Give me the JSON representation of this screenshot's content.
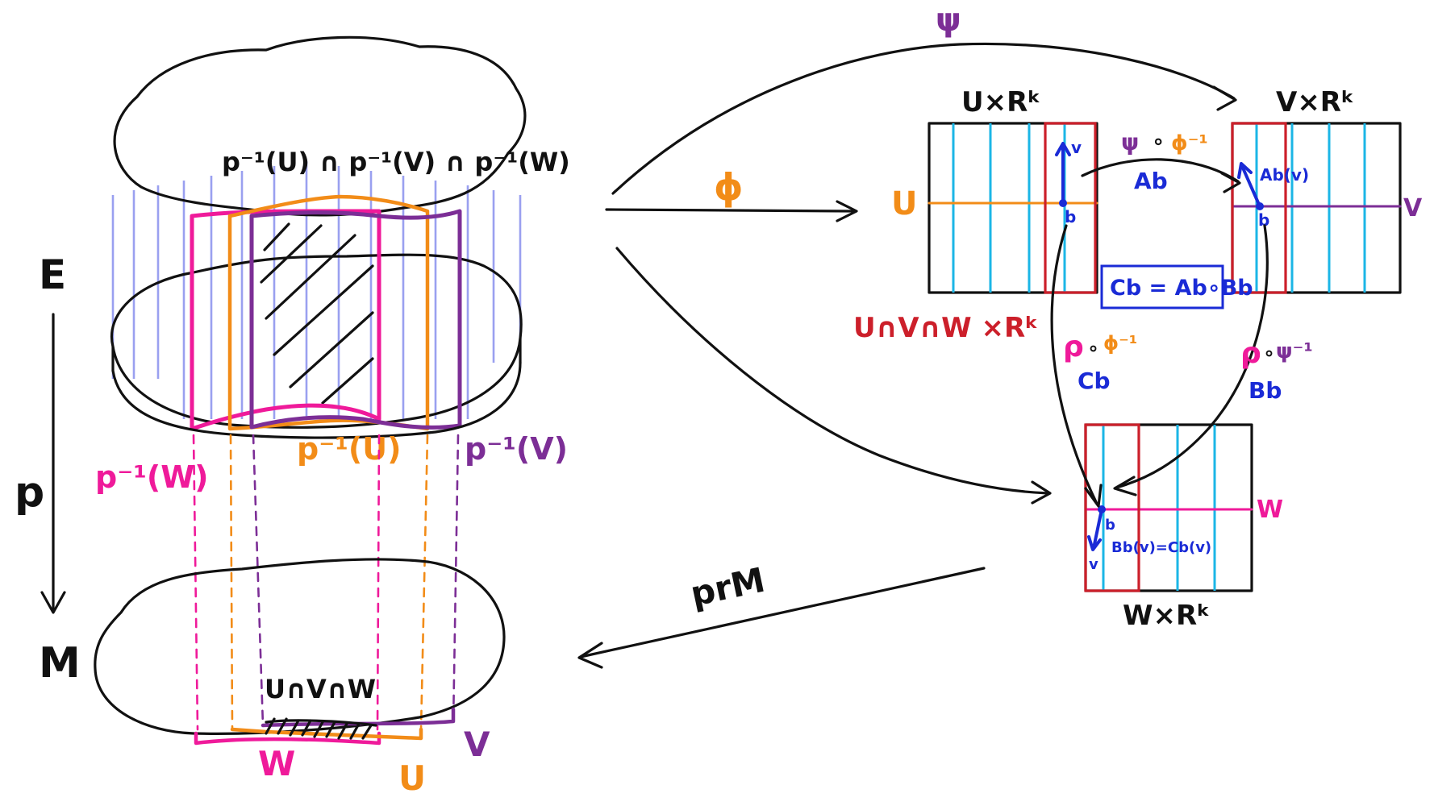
{
  "colors": {
    "ink": "#111111",
    "fiber": "#9aa0f0",
    "cyan": "#1bb6e6",
    "red": "#cc1f2a",
    "magenta": "#ef1a9a",
    "orange": "#f28c18",
    "purple": "#7c2e96",
    "blue": "#1a2bd6"
  },
  "bundle": {
    "total_space": "E",
    "projection": "p",
    "base": "M",
    "intersection_preimage": "p⁻¹(U) ∩ p⁻¹(V) ∩ p⁻¹(W)",
    "preimage_w": "p⁻¹(W)",
    "preimage_u": "p⁻¹(U)",
    "preimage_v": "p⁻¹(V)",
    "base_intersection": "U∩V∩W",
    "set_w": "W",
    "set_u": "U",
    "set_v": "V"
  },
  "maps": {
    "phi": "ϕ",
    "psi": "ψ",
    "rho": "ρ",
    "pr_m": "prM"
  },
  "trivializations": {
    "u_box_title": "U×Rᵏ",
    "v_box_title": "V×Rᵏ",
    "w_box_title": "W×Rᵏ",
    "u_axis": "U",
    "v_axis": "V",
    "w_axis": "W",
    "intersection_label": "U∩V∩W ×Rᵏ",
    "point": "b",
    "vector": "v"
  },
  "transitions": {
    "psi": "ψ",
    "compose": "∘",
    "phi_inv": "ϕ⁻¹",
    "psi_inv": "ψ⁻¹",
    "rho": "ρ",
    "a_b": "Ab",
    "b_b": "Bb",
    "c_b": "Cb",
    "a_b_v": "Ab(v)",
    "b_b_v_eq": "Bb(v)=Cb(v)",
    "cocycle": "Cb = Ab∘Bb"
  }
}
